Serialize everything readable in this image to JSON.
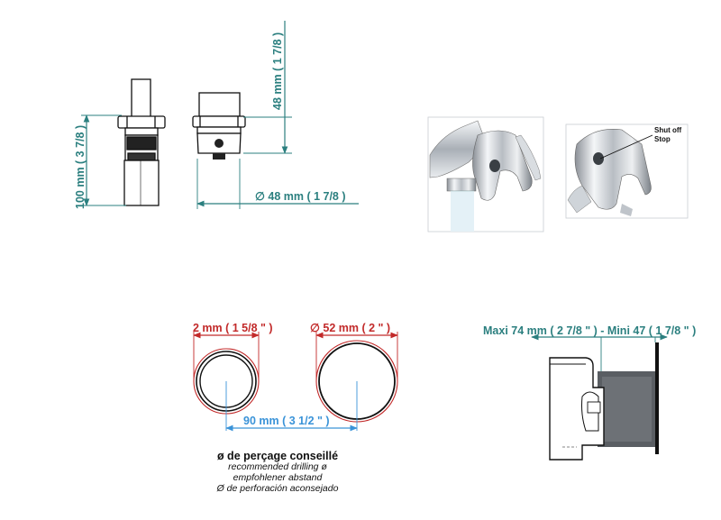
{
  "drawing": {
    "dim_height_100": "100 mm ( 3 7/8 )",
    "dim_height_48": "48 mm ( 1 7/8 )",
    "dim_diameter_48": "∅  48 mm ( 1 7/8 )",
    "dim_wall_2": "2 mm ( 1 5/8 \" )",
    "dim_diameter_52": "∅  52 mm ( 2 \" )",
    "dim_spacing_90": "90 mm ( 3 1/2 \" )",
    "dim_maxi_mini": "Maxi  74 mm ( 2 7/8 \" )  - Mini 47 ( 1 7/8 \" )",
    "shut_off_label": "Shut off",
    "stop_label": "Stop"
  },
  "caption": {
    "main": "ø de perçage conseillé",
    "en": "recommended drilling ø",
    "de": "empfohlener abstand",
    "es": "Ø de perforación aconsejado"
  },
  "colors": {
    "teal": "#2b7f7f",
    "red": "#c22a2a",
    "blue": "#3a93d8"
  }
}
